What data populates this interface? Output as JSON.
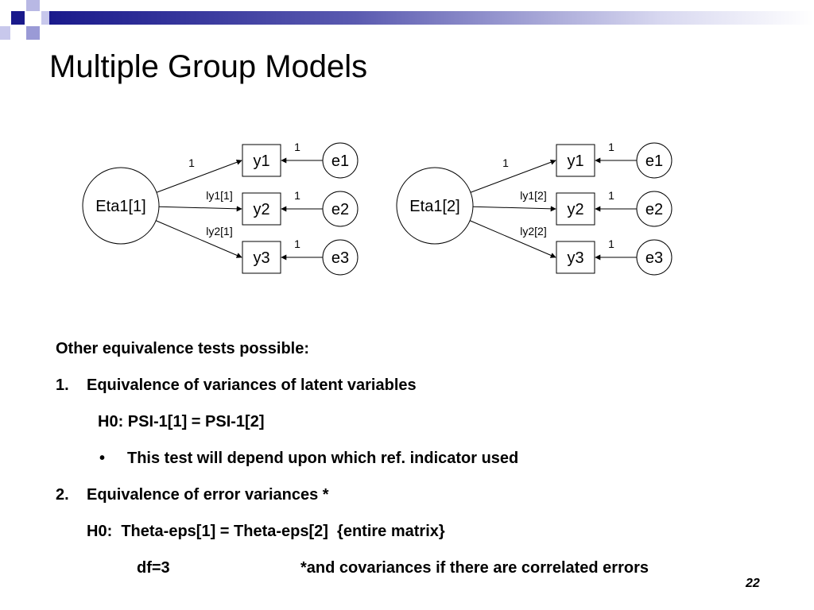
{
  "slide": {
    "title": "Multiple Group Models",
    "page_number": "22",
    "accent_dark": "#1a1a8c",
    "accent_light": "#9a9ad6"
  },
  "diagram": {
    "groups": [
      {
        "latent": "Eta1[1]",
        "indicators": [
          "y1",
          "y2",
          "y3"
        ],
        "errors": [
          "e1",
          "e2",
          "e3"
        ],
        "loadings": [
          "1",
          "ly1[1]",
          "ly2[1]"
        ],
        "error_paths": [
          "1",
          "1",
          "1"
        ]
      },
      {
        "latent": "Eta1[2]",
        "indicators": [
          "y1",
          "y2",
          "y3"
        ],
        "errors": [
          "e1",
          "e2",
          "e3"
        ],
        "loadings": [
          "1",
          "ly1[2]",
          "ly2[2]"
        ],
        "error_paths": [
          "1",
          "1",
          "1"
        ]
      }
    ]
  },
  "content": {
    "heading": "Other equivalence tests possible:",
    "item1_number": "1.",
    "item1_text": "Equivalence of variances of latent variables",
    "item1_h0": "H0: PSI-1[1] = PSI-1[2]",
    "bullet_symbol": "•",
    "item1_bullet": "This test will depend upon which ref. indicator used",
    "item2_number": "2.",
    "item2_text": "Equivalence of error variances *",
    "item2_h0": "H0:  Theta-eps[1] = Theta-eps[2]  {entire matrix}",
    "item2_df": "df=3",
    "item2_note": "*and covariances if there are correlated errors"
  }
}
